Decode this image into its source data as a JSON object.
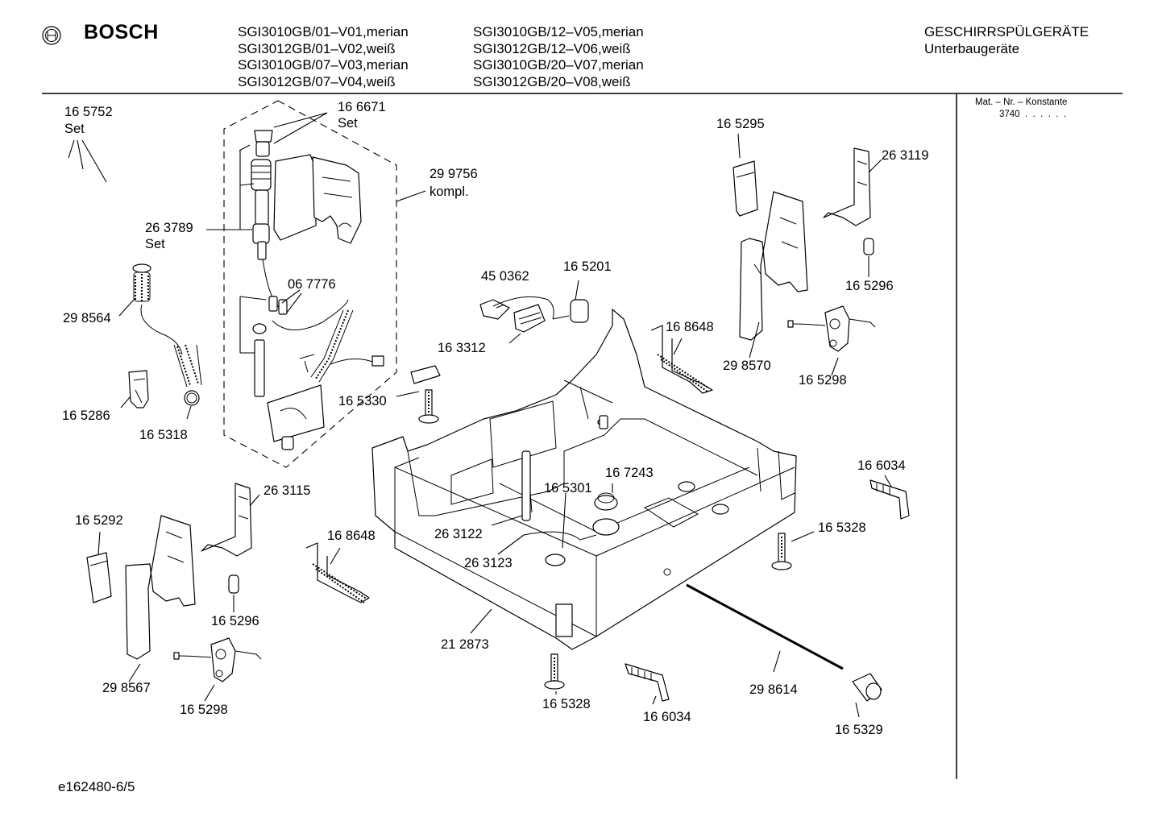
{
  "header": {
    "brand": "BOSCH",
    "models_col1": [
      "SGI3010GB/01–V01,merian",
      "SGI3012GB/01–V02,weiß",
      "SGI3010GB/07–V03,merian",
      "SGI3012GB/07–V04,weiß"
    ],
    "models_col2": [
      "SGI3010GB/12–V05,merian",
      "SGI3012GB/12–V06,weiß",
      "SGI3010GB/20–V07,merian",
      "SGI3012GB/20–V08,weiß"
    ],
    "category": "GESCHIRRSPÜLGERÄTE",
    "subcategory": "Unterbaugeräte"
  },
  "sidebar": {
    "mat_label": "Mat. – Nr. – Konstante",
    "mat_value": "3740  .  .  .  .  .  ."
  },
  "footer": {
    "doc_id": "e162480-6/5"
  },
  "parts": {
    "p165752": "16 5752",
    "p165752_note": "Set",
    "p166671": "16 6671",
    "p166671_note": "Set",
    "p299756": "29 9756",
    "p299756_note": "kompl.",
    "p263789": "26 3789",
    "p263789_note": "Set",
    "p067776": "06 7776",
    "p298564": "29 8564",
    "p165286": "16 5286",
    "p165318": "16 5318",
    "p165330": "16 5330",
    "p450362": "45 0362",
    "p165201": "16 5201",
    "p163312": "16 3312",
    "p168648a": "16 8648",
    "p168648b": "16 8648",
    "p165295": "16 5295",
    "p263119": "26 3119",
    "p165296a": "16 5296",
    "p298570": "29 8570",
    "p165298a": "16 5298",
    "p166034a": "16 6034",
    "p165328a": "16 5328",
    "p167243": "16 7243",
    "p165301": "16 5301",
    "p263122": "26 3122",
    "p263123": "26 3123",
    "p212873": "21 2873",
    "p165328b": "16 5328",
    "p166034b": "16 6034",
    "p298614": "29 8614",
    "p165329": "16 5329",
    "p263115": "26 3115",
    "p165292": "16 5292",
    "p165296b": "16 5296",
    "p298567": "29 8567",
    "p165298b": "16 5298"
  }
}
